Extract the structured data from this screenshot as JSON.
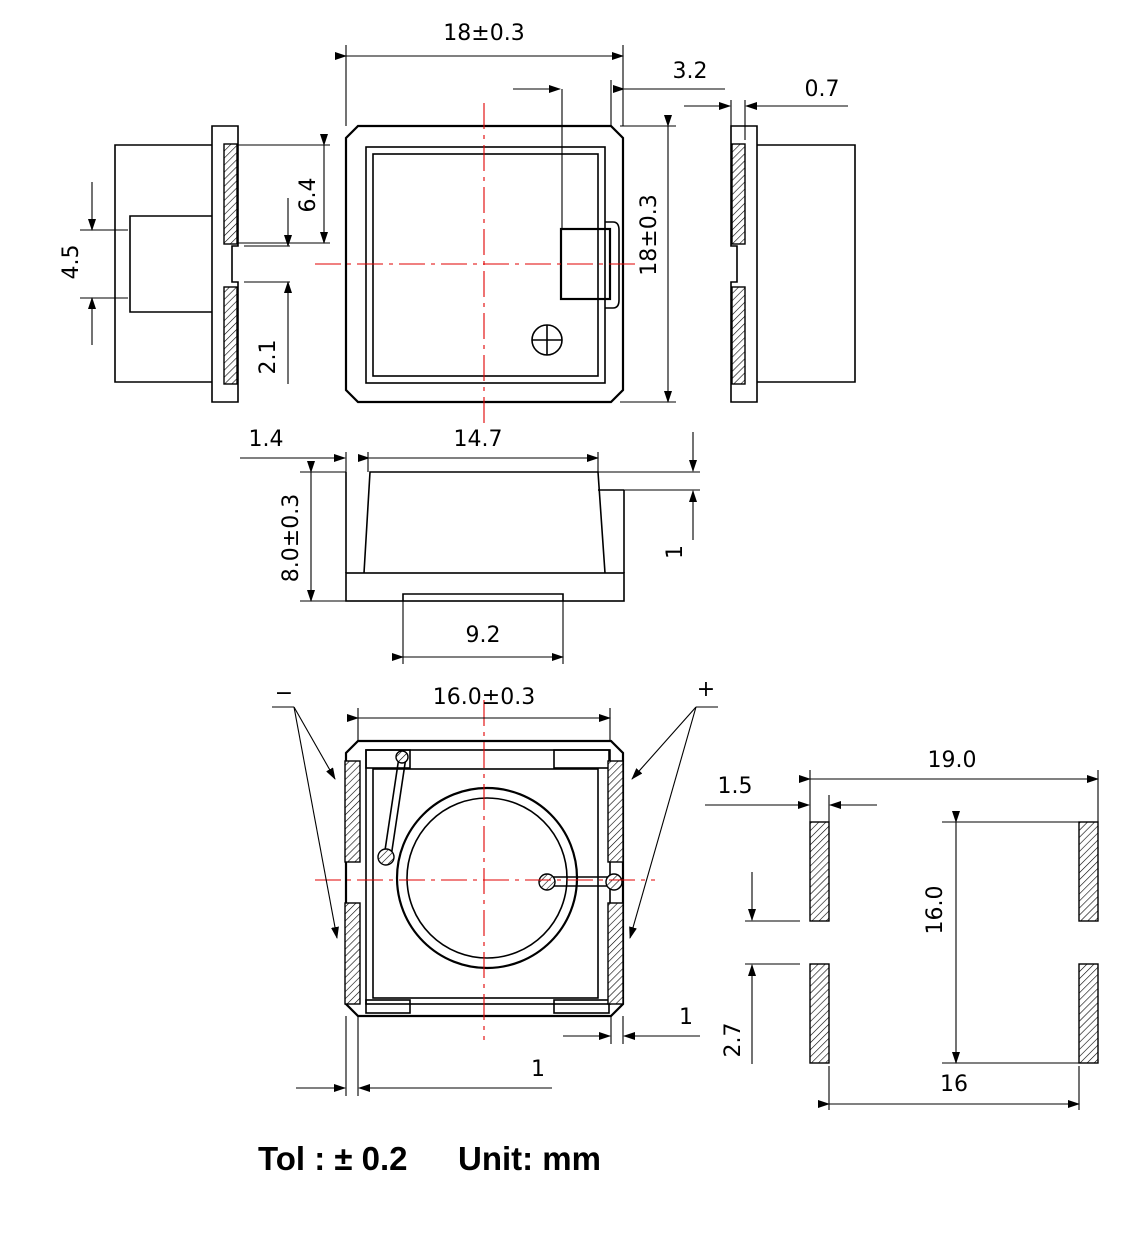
{
  "dimensions": {
    "top_width": "18±0.3",
    "top_height": "18±0.3",
    "notch": "3.2",
    "side_thickness": "0.7",
    "pad_height": "6.4",
    "lead_span": "4.5",
    "pad_gap": "2.1",
    "front_offset": "1.4",
    "body_width": "14.7",
    "total_height": "8.0±0.3",
    "cap_offset": "1",
    "base_width": "9.2",
    "bottom_width": "16.0±0.3",
    "bottom_edge_right": "1",
    "bottom_edge_left": "1",
    "land_total": "19.0",
    "land_width": "1.5",
    "land_height": "16.0",
    "land_gap": "2.7",
    "land_pitch": "16"
  },
  "polarity": {
    "minus": "−",
    "plus": "+"
  },
  "footer": {
    "tolerance": "Tol : ± 0.2",
    "unit": "Unit: mm"
  },
  "colors": {
    "line": "#000000",
    "centerline": "#e00000",
    "background": "#ffffff"
  }
}
